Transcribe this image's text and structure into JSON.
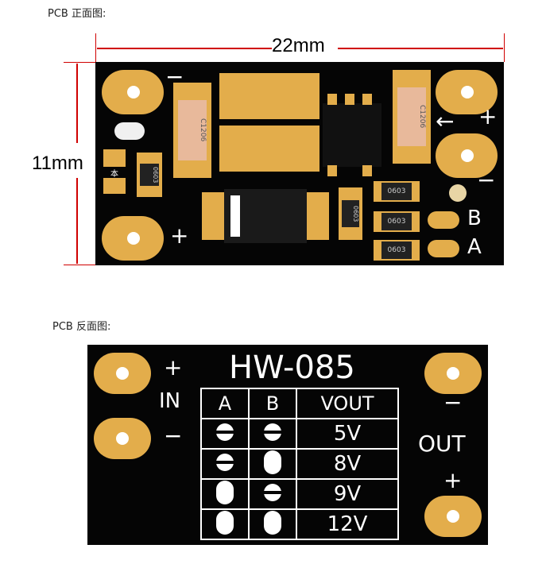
{
  "front": {
    "caption": "PCB 正面图:",
    "width_label": "22mm",
    "height_label": "11mm",
    "pad_labels": {
      "in_minus": "−",
      "in_plus": "+",
      "out_plus": "+",
      "out_minus": "−",
      "arrow": "←",
      "b": "B",
      "a": "A"
    },
    "components": {
      "cap1": "C1206",
      "cap2": "C1206",
      "res1": "0603",
      "res2": "0603",
      "res3": "0603",
      "res4": "0603",
      "res5": "0603",
      "diode": "本"
    }
  },
  "back": {
    "caption": "PCB 反面图:",
    "title": "HW-085",
    "in_plus": "+",
    "in_label": "IN",
    "in_minus": "−",
    "out_minus": "−",
    "out_label": "OUT",
    "out_plus": "+",
    "table": {
      "headers": [
        "A",
        "B",
        "VOUT"
      ],
      "rows": [
        {
          "a": "split",
          "b": "split",
          "vout": "5V"
        },
        {
          "a": "split",
          "b": "full",
          "vout": "8V"
        },
        {
          "a": "full",
          "b": "split",
          "vout": "9V"
        },
        {
          "a": "full",
          "b": "full",
          "vout": "12V"
        }
      ]
    }
  }
}
